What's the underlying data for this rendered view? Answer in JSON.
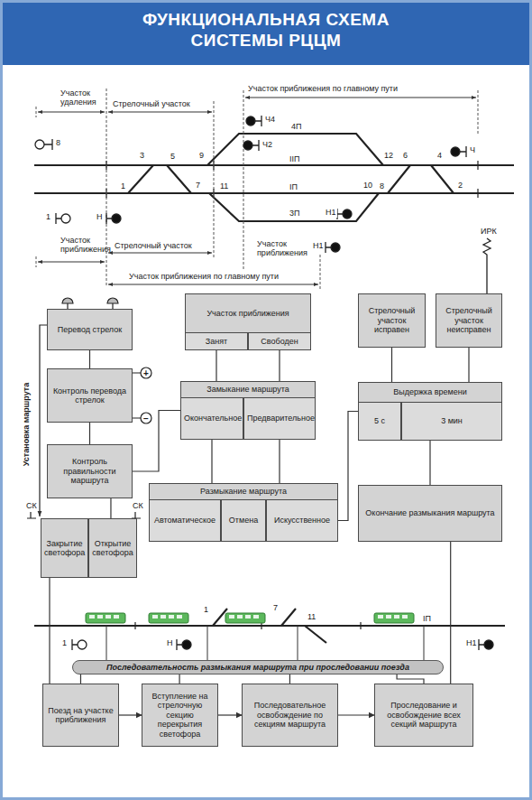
{
  "diagram": {
    "title": "ФУНКЦИОНАЛЬНАЯ СХЕМА СИСТЕМЫ РЦЦМ",
    "nodes": [
      {
        "text": [
          "Перевод стрелок"
        ]
      },
      {
        "text": [
          "Контроль перевода стрелок"
        ]
      },
      {
        "text": [
          "Контроль правильности маршрута"
        ]
      },
      {
        "text": [
          "Закрытие светофора"
        ]
      },
      {
        "text": [
          "Открытие светофора"
        ]
      },
      {
        "text": [
          "Участок приближения"
        ]
      },
      {
        "text": [
          "Занят"
        ],
        "in": 5
      },
      {
        "text": [
          "Свободен"
        ],
        "in": 5
      },
      {
        "text": [
          "Замыкание маршрута"
        ]
      },
      {
        "text": [
          "Окончательное"
        ],
        "in": 8
      },
      {
        "text": [
          "Предварительное"
        ],
        "in": 8
      },
      {
        "text": [
          "Размыкание маршрута"
        ]
      },
      {
        "text": [
          "Автоматическое"
        ],
        "in": 11
      },
      {
        "text": [
          "Отмена"
        ],
        "in": 11
      },
      {
        "text": [
          "Искусственное"
        ],
        "in": 11
      },
      {
        "text": [
          "Стрелочный участок исправен"
        ]
      },
      {
        "text": [
          "Стрелочный участок неисправен"
        ]
      },
      {
        "text": [
          "Выдержка времени"
        ]
      },
      {
        "text": [
          "5 с"
        ],
        "in": 17
      },
      {
        "text": [
          "3 мин"
        ],
        "in": 17
      },
      {
        "text": [
          "Окончание размыкания маршрута"
        ]
      },
      {
        "text": [
          "Последовательность размыкания маршрута при проследовании поезда"
        ]
      },
      {
        "text": [
          "Поезд на участке приближения"
        ]
      },
      {
        "text": [
          "Вступление на стрелочную секцию перекрытия светофора"
        ]
      },
      {
        "text": [
          "Последовательное освобождение по секциям маршрута"
        ]
      },
      {
        "text": [
          "Проследование и освобождение всех секций маршрута"
        ]
      }
    ],
    "edges": [
      {
        "from": 0,
        "to": 1,
        "arrow": "none"
      },
      {
        "from": 1,
        "to": 2,
        "arrow": "none"
      },
      {
        "from": 2,
        "to": 4,
        "arrow": "none"
      },
      {
        "from": 6,
        "to": 8,
        "arrow": "none"
      },
      {
        "from": 7,
        "to": 8,
        "arrow": "none"
      },
      {
        "from": 9,
        "to": 11,
        "arrow": "none"
      },
      {
        "from": 10,
        "to": 11,
        "arrow": "none"
      },
      {
        "from": 8,
        "to": 2,
        "arrow": "none"
      },
      {
        "from": 14,
        "to": 17,
        "arrow": "none"
      },
      {
        "from": 15,
        "to": 17,
        "arrow": "none"
      },
      {
        "from": 16,
        "to": 17,
        "arrow": "none"
      },
      {
        "from": 17,
        "to": 20,
        "arrow": "none"
      },
      {
        "from": 22,
        "to": 3,
        "arrow": "none"
      },
      {
        "from": 21,
        "to": 22,
        "arrow": "none"
      },
      {
        "from": 21,
        "to": 23,
        "arrow": "none"
      },
      {
        "from": 21,
        "to": 24,
        "arrow": "none"
      },
      {
        "from": 21,
        "to": 25,
        "arrow": "none"
      },
      {
        "from": 22,
        "to": 23,
        "arrow": "to"
      },
      {
        "from": 23,
        "to": 24,
        "arrow": "to"
      },
      {
        "from": 24,
        "to": 25,
        "arrow": "to"
      },
      {
        "from": 25,
        "to": 20,
        "arrow": "none"
      }
    ],
    "labels": [
      "Участок удаления",
      "Стрелочный участок",
      "Участок приближения по главному пути",
      "Ч4",
      "4П",
      "Ч2",
      "9",
      "3",
      "5",
      "IIП",
      "12",
      "6",
      "4",
      "Ч",
      "8",
      "1",
      "7",
      "11",
      "IП",
      "10",
      "8",
      "2",
      "3П",
      "1",
      "Н",
      "Н1",
      "Участок приближения",
      "Стрелочный участок",
      "Участок приближения",
      "Н1",
      "ИРК",
      "Участок приближения по главному пути",
      "Установка маршрута",
      "+",
      "−",
      "СК",
      "СК",
      "1",
      "7",
      "11",
      "IП",
      "1",
      "Н",
      "Н1"
    ]
  }
}
